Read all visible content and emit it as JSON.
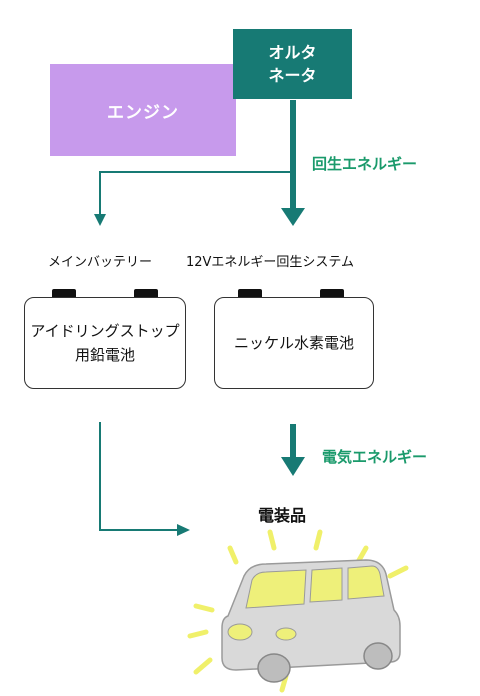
{
  "engine": {
    "label": "エンジン"
  },
  "alternator": {
    "line1": "オルタ",
    "line2": "ネータ"
  },
  "regen_energy_label": "回生エネルギー",
  "main_battery": {
    "title": "メインバッテリー",
    "line1": "アイドリングストップ",
    "line2": "用鉛電池"
  },
  "regen_system": {
    "title": "12Vエネルギー回生システム",
    "battery_label": "ニッケル水素電池"
  },
  "electric_energy_label": "電気エネルギー",
  "electrical_items_label": "電装品",
  "colors": {
    "engine": "#c79aec",
    "alternator": "#177a74",
    "arrow": "#177a74",
    "label_green": "#1a9a6b",
    "car_body": "#d9d9d9",
    "glow": "#f0f06a"
  }
}
